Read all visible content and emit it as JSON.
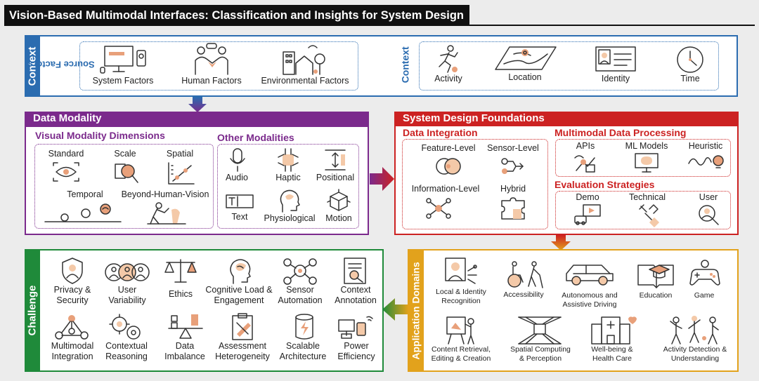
{
  "title": "Vision-Based Multimodal Interfaces: Classification and Insights for System Design",
  "colors": {
    "context": "#2b6cb0",
    "data_modality": "#7b2a8c",
    "system_design": "#cc2222",
    "application": "#e2a21c",
    "challenge": "#1f8a3a"
  },
  "context": {
    "side_label": "Context",
    "source_factors": {
      "label": "Source Factors",
      "items": [
        {
          "label": "System Factors",
          "icon": "monitor-icon"
        },
        {
          "label": "Human Factors",
          "icon": "handshake-icon"
        },
        {
          "label": "Environmental Factors",
          "icon": "city-icon"
        }
      ]
    },
    "context_factors": {
      "label": "Context",
      "items": [
        {
          "label": "Activity",
          "icon": "running-icon"
        },
        {
          "label": "Location",
          "icon": "map-icon"
        },
        {
          "label": "Identity",
          "icon": "id-card-icon"
        },
        {
          "label": "Time",
          "icon": "clock-icon"
        }
      ]
    }
  },
  "data_modality": {
    "header": "Data Modality",
    "visual": {
      "title": "Visual Modality Dimensions",
      "items": [
        {
          "label": "Standard",
          "icon": "eye-icon"
        },
        {
          "label": "Scale",
          "icon": "magnifier-icon"
        },
        {
          "label": "Spatial",
          "icon": "spatial-icon"
        },
        {
          "label": "Temporal",
          "icon": "temporal-icon"
        },
        {
          "label": "Beyond-Human-Vision",
          "icon": "thermal-figure-icon"
        }
      ]
    },
    "other": {
      "title": "Other Modalities",
      "items": [
        {
          "label": "Audio",
          "icon": "microphone-icon"
        },
        {
          "label": "Haptic",
          "icon": "hands-icon"
        },
        {
          "label": "Positional",
          "icon": "positional-icon"
        },
        {
          "label": "Text",
          "icon": "text-field-icon"
        },
        {
          "label": "Physiological",
          "icon": "head-icon"
        },
        {
          "label": "Motion",
          "icon": "cube-motion-icon"
        }
      ]
    }
  },
  "system_design": {
    "header": "System Design Foundations",
    "data_integration": {
      "title": "Data Integration",
      "items": [
        {
          "label": "Feature-Level",
          "icon": "venn-icon"
        },
        {
          "label": "Sensor-Level",
          "icon": "sensor-icon"
        },
        {
          "label": "Information-Level",
          "icon": "network-icon"
        },
        {
          "label": "Hybrid",
          "icon": "puzzle-icon"
        }
      ]
    },
    "processing": {
      "title": "Multimodal Data Processing",
      "items": [
        {
          "label": "APIs",
          "icon": "api-icon"
        },
        {
          "label": "ML Models",
          "icon": "brain-monitor-icon"
        },
        {
          "label": "Heuristic",
          "icon": "lightbulb-icon"
        }
      ]
    },
    "evaluation": {
      "title": "Evaluation Strategies",
      "items": [
        {
          "label": "Demo",
          "icon": "demo-icon"
        },
        {
          "label": "Technical",
          "icon": "wrench-icon"
        },
        {
          "label": "User",
          "icon": "user-search-icon"
        }
      ]
    }
  },
  "application": {
    "side_label": "Application Domains",
    "items": [
      {
        "label_1": "Local & Identity",
        "label_2": "Recognition",
        "icon": "face-id-icon"
      },
      {
        "label_1": "Accessibility",
        "label_2": "",
        "icon": "wheelchair-icon"
      },
      {
        "label_1": "Autonomous and",
        "label_2": "Assistive Driving",
        "icon": "car-icon"
      },
      {
        "label_1": "Education",
        "label_2": "",
        "icon": "graduation-icon"
      },
      {
        "label_1": "Game",
        "label_2": "",
        "icon": "gamepad-icon"
      },
      {
        "label_1": "Content Retrieval,",
        "label_2": "Editing & Creation",
        "icon": "easel-icon"
      },
      {
        "label_1": "Spatial Computing",
        "label_2": "& Perception",
        "icon": "perspective-grid-icon"
      },
      {
        "label_1": "Well-being &",
        "label_2": "Health Care",
        "icon": "hospital-icon"
      },
      {
        "label_1": "Activity Detection &",
        "label_2": "Understanding",
        "icon": "people-activity-icon"
      }
    ]
  },
  "challenge": {
    "side_label": "Challenge",
    "items": [
      {
        "label_1": "Privacy &",
        "label_2": "Security",
        "icon": "shield-person-icon"
      },
      {
        "label_1": "User",
        "label_2": "Variability",
        "icon": "users-icon"
      },
      {
        "label_1": "Ethics",
        "label_2": "",
        "icon": "scales-icon"
      },
      {
        "label_1": "Cognitive Load &",
        "label_2": "Engagement",
        "icon": "brain-head-icon"
      },
      {
        "label_1": "Sensor",
        "label_2": "Automation",
        "icon": "sensor-network-icon"
      },
      {
        "label_1": "Context",
        "label_2": "Annotation",
        "icon": "annotation-icon"
      },
      {
        "label_1": "Multimodal",
        "label_2": "Integration",
        "icon": "nodes-icon"
      },
      {
        "label_1": "Contextual",
        "label_2": "Reasoning",
        "icon": "gears-icon"
      },
      {
        "label_1": "Data",
        "label_2": "Imbalance",
        "icon": "seesaw-icon"
      },
      {
        "label_1": "Assessment",
        "label_2": "Heterogeneity",
        "icon": "clipboard-tools-icon"
      },
      {
        "label_1": "Scalable",
        "label_2": "Architecture",
        "icon": "database-bolt-icon"
      },
      {
        "label_1": "Power",
        "label_2": "Efficiency",
        "icon": "devices-power-icon"
      }
    ]
  }
}
